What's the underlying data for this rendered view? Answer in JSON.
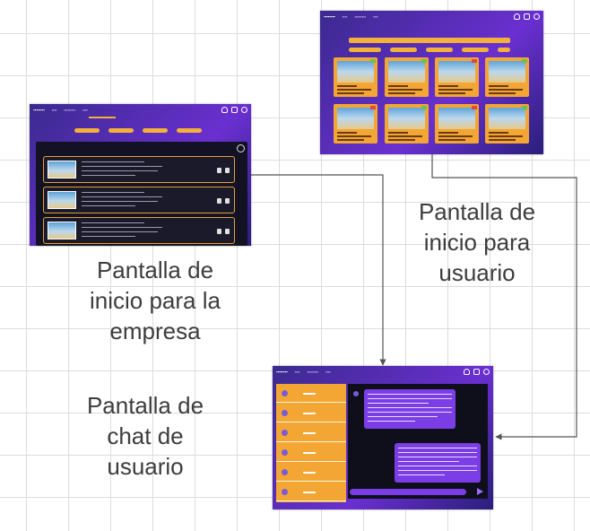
{
  "labels": {
    "empresa": [
      "Pantalla de",
      "inicio para la",
      "empresa"
    ],
    "usuario": [
      "Pantalla de",
      "inicio para",
      "usuario"
    ],
    "chat": [
      "Pantalla de",
      "chat de",
      "usuario"
    ]
  },
  "colors": {
    "accent_orange": "#f3a634",
    "bubble_purple": "#7b3ee6",
    "connector": "#555555",
    "label_text": "#3d3d3d"
  },
  "icons": [
    "bell-icon",
    "message-icon",
    "user-icon",
    "edit-icon",
    "trash-icon",
    "add-icon",
    "send-icon"
  ]
}
